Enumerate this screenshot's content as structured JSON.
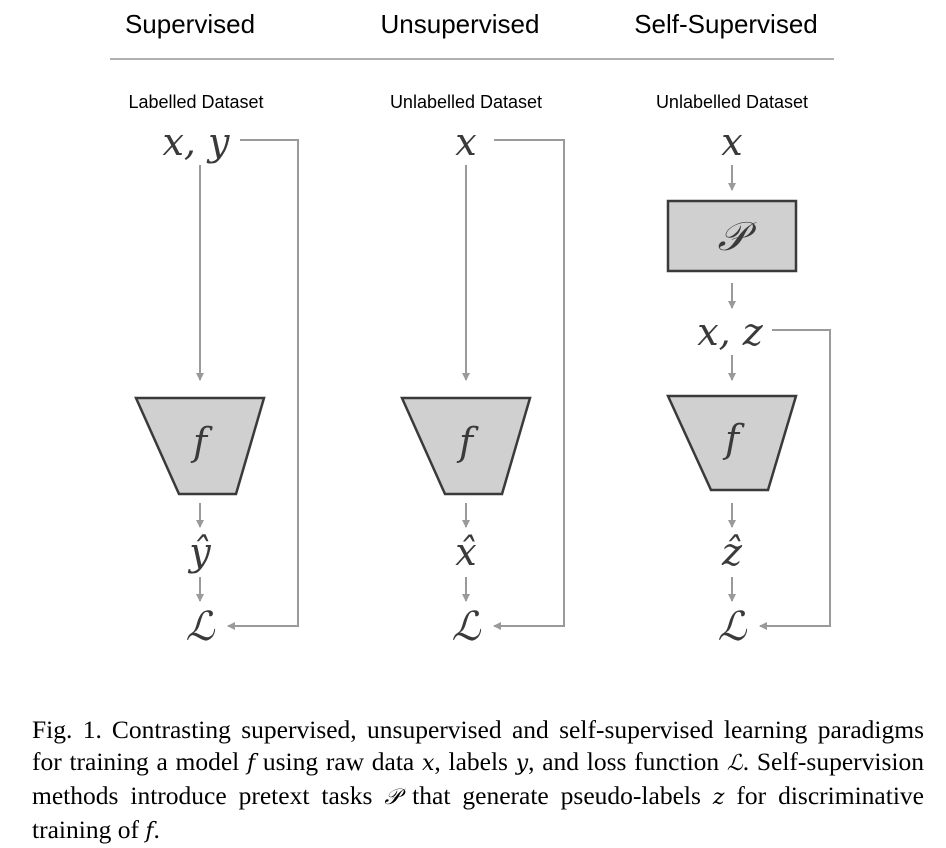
{
  "headers": {
    "supervised": "Supervised",
    "unsupervised": "Unsupervised",
    "self_supervised": "Self-Supervised"
  },
  "datasets": {
    "supervised": "Labelled Dataset",
    "unsupervised": "Unlabelled Dataset",
    "self_supervised": "Unlabelled Dataset"
  },
  "symbols": {
    "sup_input": "x, y",
    "unsup_input": "x",
    "self_input": "x",
    "pretext": "𝒫",
    "self_pseudo": "x, z",
    "model": "f",
    "sup_output": "ŷ",
    "unsup_output": "x̂",
    "self_output": "ẑ",
    "loss": "ℒ"
  },
  "caption": {
    "label": "Fig. 1.",
    "t1": "Contrasting supervised, unsupervised and self-supervised learning paradigms for training a model ",
    "m1": "f",
    "t2": " using raw data ",
    "m2": "x",
    "t3": ", labels ",
    "m3": "y",
    "t4": ", and loss function ",
    "m4": "ℒ",
    "t5": ". Self-supervision methods introduce pretext tasks ",
    "m5": "𝒫",
    "t6": " that generate pseudo-labels ",
    "m6": "z",
    "t7": " for discriminative training of ",
    "m7": "f",
    "t8": "."
  },
  "colors": {
    "shape_fill": "#d0d0d0",
    "shape_stroke": "#3a3a3a",
    "arrow": "#9a9a9a",
    "rule": "#b0b0b0"
  }
}
